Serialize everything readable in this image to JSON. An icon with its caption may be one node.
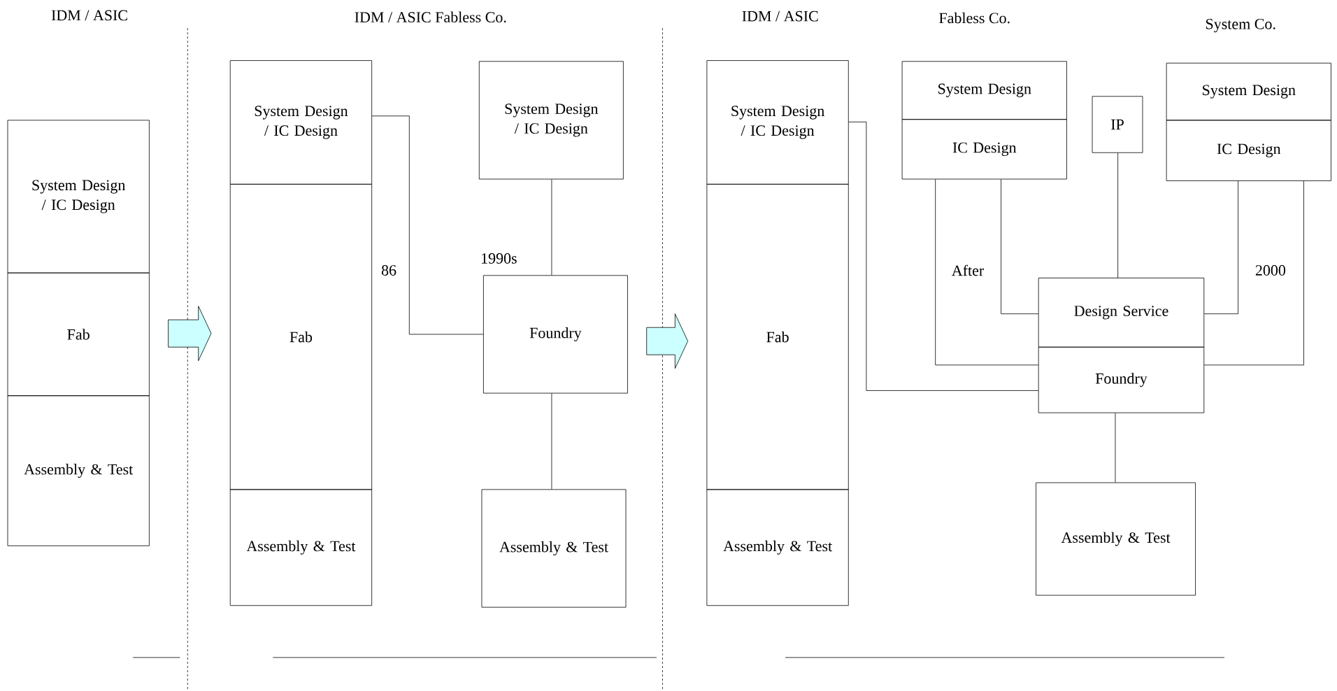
{
  "diagram": {
    "nodes": [
      {
        "text": [
          "System Design / IC Design"
        ]
      },
      {
        "text": [
          "Fab"
        ]
      },
      {
        "text": [
          "Assembly & Test"
        ]
      },
      {
        "text": [
          "System Design / IC Design"
        ]
      },
      {
        "text": [
          "Fab"
        ]
      },
      {
        "text": [
          "Assembly & Test"
        ]
      },
      {
        "text": [
          "System Design / IC Design"
        ]
      },
      {
        "text": [
          "Foundry"
        ]
      },
      {
        "text": [
          "Assembly & Test"
        ]
      },
      {
        "text": [
          "System Design / IC Design"
        ]
      },
      {
        "text": [
          "Fab"
        ]
      },
      {
        "text": [
          "Assembly & Test"
        ]
      },
      {
        "text": [
          "System Design"
        ]
      },
      {
        "text": [
          "IC Design"
        ]
      },
      {
        "text": [
          "IP"
        ]
      },
      {
        "text": [
          "System Design"
        ]
      },
      {
        "text": [
          "IC Design"
        ]
      },
      {
        "text": [
          "Design Service"
        ]
      },
      {
        "text": [
          "Foundry"
        ]
      },
      {
        "text": [
          "Assembly & Test"
        ]
      }
    ],
    "edges": [
      {
        "from": 1,
        "to": 4,
        "arrow": "to",
        "color": "#ccffff"
      },
      {
        "from": 3,
        "to": 7,
        "arrow": "none"
      },
      {
        "from": 6,
        "to": 7,
        "arrow": "none"
      },
      {
        "from": 7,
        "to": 8,
        "arrow": "none"
      },
      {
        "from": 7,
        "to": 10,
        "arrow": "to",
        "color": "#ccffff"
      },
      {
        "from": 9,
        "to": 18,
        "arrow": "none"
      },
      {
        "from": 13,
        "to": 18,
        "arrow": "none"
      },
      {
        "from": 13,
        "to": 17,
        "arrow": "none"
      },
      {
        "from": 14,
        "to": 17,
        "arrow": "none"
      },
      {
        "from": 16,
        "to": 17,
        "arrow": "none"
      },
      {
        "from": 16,
        "to": 18,
        "arrow": "none"
      },
      {
        "from": 18,
        "to": 19,
        "arrow": "none"
      }
    ],
    "labels": [
      "IDM / ASIC",
      "IDM / ASIC Fabless Co.",
      "IDM / ASIC",
      "Fabless Co.",
      "System Co.",
      "86",
      "1990s",
      "After",
      "2000"
    ]
  }
}
